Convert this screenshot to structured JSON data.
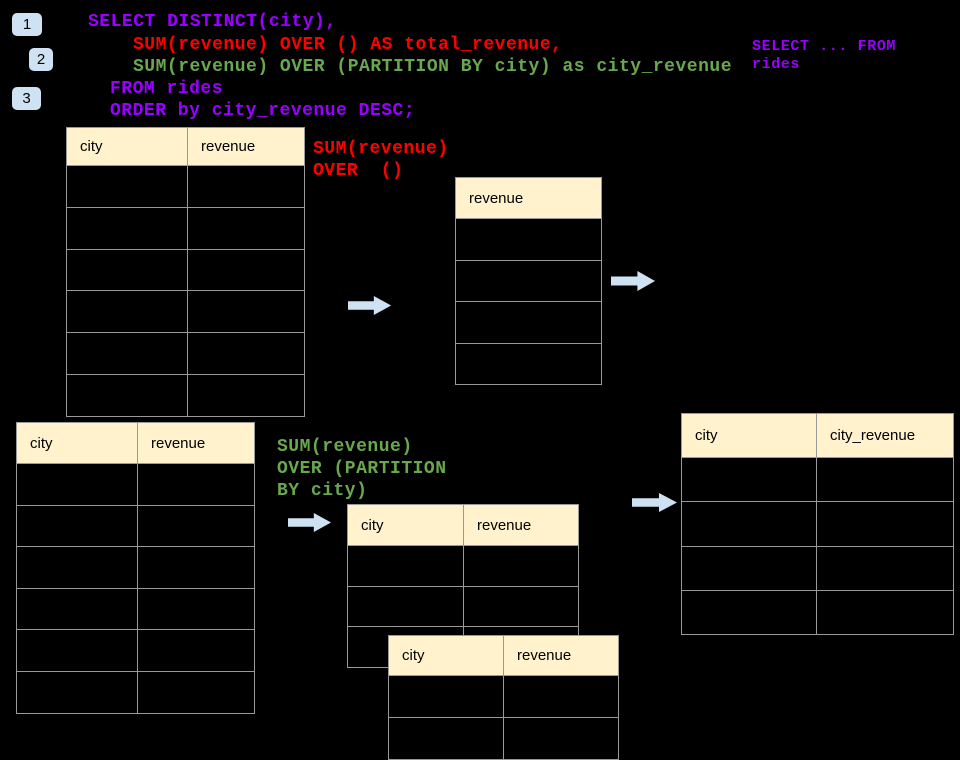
{
  "colors": {
    "background": "#000000",
    "sql_purple": "#9900ff",
    "sql_red": "#ff0000",
    "sql_green": "#6aa84f",
    "table_header_bg": "#fff2cc",
    "table_border": "#999999",
    "arrow_blue": "#cfe2f3",
    "badge_bg": "#cfe2f3"
  },
  "badges": [
    {
      "label": "1"
    },
    {
      "label": "2"
    },
    {
      "label": "3"
    }
  ],
  "sql": {
    "lines": [
      {
        "text": "SELECT DISTINCT(city),",
        "color": "purple"
      },
      {
        "text": "SUM(revenue) OVER () AS total_revenue,",
        "color": "red"
      },
      {
        "text": "SUM(revenue) OVER (PARTITION BY city) as city_revenue",
        "color": "green"
      },
      {
        "text": "FROM rides",
        "color": "purple"
      },
      {
        "text": "ORDER by city_revenue DESC;",
        "color": "purple"
      }
    ]
  },
  "side_note": {
    "line1": "SELECT ... FROM",
    "line2": "rides",
    "color": "purple"
  },
  "annotations": {
    "total_window": {
      "line1": "SUM(revenue)",
      "line2": "OVER  ()",
      "color": "red"
    },
    "partition_window": {
      "line1": "SUM(revenue)",
      "line2": "OVER (PARTITION",
      "line3": "BY city)",
      "color": "green"
    }
  },
  "tables": {
    "source_top": {
      "headers": [
        "city",
        "revenue"
      ],
      "row_count": 6
    },
    "revenue_column": {
      "headers": [
        "revenue"
      ],
      "row_count": 4
    },
    "source_bottom": {
      "headers": [
        "city",
        "revenue"
      ],
      "row_count": 6
    },
    "partition_first": {
      "headers": [
        "city",
        "revenue"
      ],
      "row_count": 3
    },
    "partition_second": {
      "headers": [
        "city",
        "revenue"
      ],
      "row_count": 2
    },
    "result": {
      "headers": [
        "city",
        "city_revenue"
      ],
      "row_count": 4
    }
  }
}
